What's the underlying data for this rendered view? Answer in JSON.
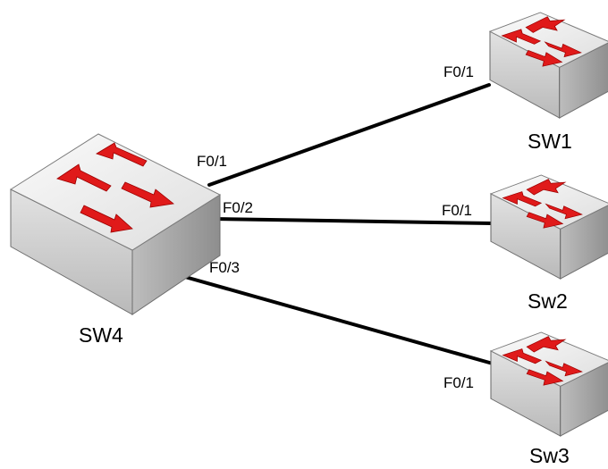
{
  "devices": {
    "sw4": {
      "label": "SW4",
      "icon": "switch-icon"
    },
    "sw1": {
      "label": "SW1",
      "icon": "switch-icon"
    },
    "sw2": {
      "label": "Sw2",
      "icon": "switch-icon"
    },
    "sw3": {
      "label": "Sw3",
      "icon": "switch-icon"
    }
  },
  "links": [
    {
      "from": "SW4",
      "from_port": "F0/1",
      "to": "SW1",
      "to_port": "F0/1"
    },
    {
      "from": "SW4",
      "from_port": "F0/2",
      "to": "Sw2",
      "to_port": "F0/1"
    },
    {
      "from": "SW4",
      "from_port": "F0/3",
      "to": "Sw3",
      "to_port": "F0/1"
    }
  ],
  "colors": {
    "switch_top": "#f2f2f2",
    "switch_front": "#cfcfcf",
    "switch_side": "#a8a8a8",
    "arrow": "#e01a1a",
    "link": "#000000"
  }
}
